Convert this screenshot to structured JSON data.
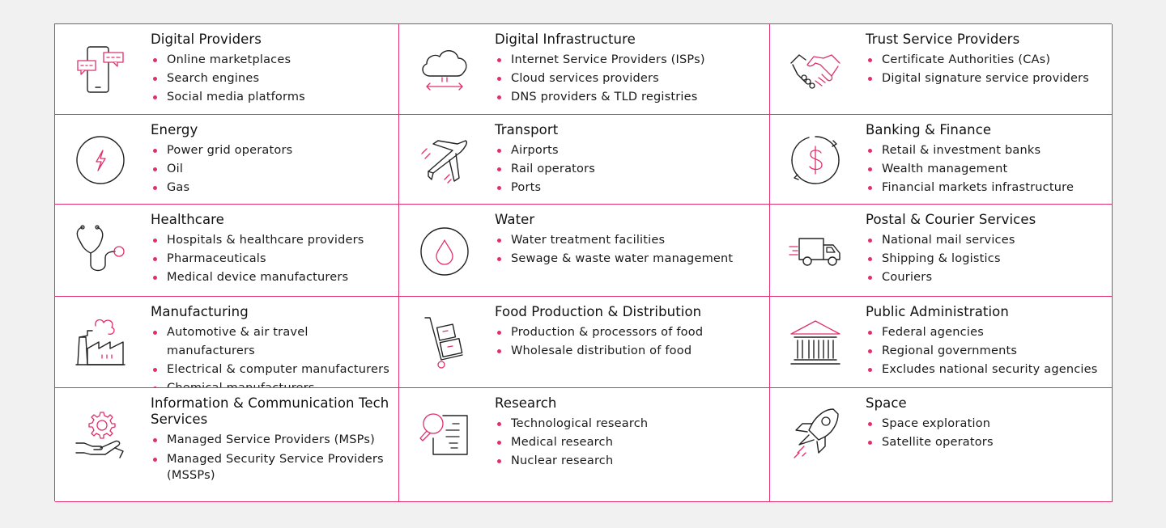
{
  "sectors": [
    {
      "title": "Digital Providers",
      "icon": "phone-chat-icon",
      "items": [
        "Online marketplaces",
        "Search engines",
        "Social media platforms"
      ]
    },
    {
      "title": "Digital Infrastructure",
      "icon": "cloud-icon",
      "items": [
        "Internet Service Providers (ISPs)",
        "Cloud services providers",
        "DNS providers & TLD registries"
      ]
    },
    {
      "title": "Trust Service Providers",
      "icon": "handshake-icon",
      "items": [
        "Certificate Authorities (CAs)",
        "Digital signature service providers"
      ]
    },
    {
      "title": "Energy",
      "icon": "lightning-icon",
      "items": [
        "Power grid operators",
        "Oil",
        "Gas"
      ]
    },
    {
      "title": "Transport",
      "icon": "airplane-icon",
      "items": [
        "Airports",
        "Rail operators",
        "Ports"
      ]
    },
    {
      "title": "Banking & Finance",
      "icon": "dollar-cycle-icon",
      "items": [
        "Retail & investment banks",
        "Wealth management",
        "Financial markets infrastructure"
      ]
    },
    {
      "title": "Healthcare",
      "icon": "stethoscope-icon",
      "items": [
        "Hospitals & healthcare providers",
        "Pharmaceuticals",
        "Medical device manufacturers"
      ]
    },
    {
      "title": "Water",
      "icon": "water-drop-icon",
      "items": [
        "Water treatment facilities",
        "Sewage & waste water management"
      ]
    },
    {
      "title": "Postal & Courier Services",
      "icon": "delivery-truck-icon",
      "items": [
        "National mail services",
        "Shipping & logistics",
        "Couriers"
      ]
    },
    {
      "title": "Manufacturing",
      "icon": "factory-icon",
      "items": [
        "Automotive & air travel manufacturers",
        "Electrical & computer manufacturers",
        "Chemical manufacturers"
      ]
    },
    {
      "title": "Food Production & Distribution",
      "icon": "hand-truck-icon",
      "items": [
        "Production & processors of food",
        "Wholesale distribution of food"
      ]
    },
    {
      "title": "Public Administration",
      "icon": "government-building-icon",
      "items": [
        "Federal agencies",
        "Regional governments",
        "Excludes national security agencies"
      ]
    },
    {
      "title": "Information & Communication Tech Services",
      "icon": "gear-hand-icon",
      "items": [
        "Managed Service Providers (MSPs)",
        "Managed Security Service Providers (MSSPs)"
      ]
    },
    {
      "title": "Research",
      "icon": "magnifier-document-icon",
      "items": [
        "Technological research",
        "Medical research",
        "Nuclear research"
      ]
    },
    {
      "title": "Space",
      "icon": "rocket-icon",
      "items": [
        "Space exploration",
        "Satellite operators"
      ]
    }
  ],
  "colors": {
    "accent": "#e0306a",
    "stroke": "#222222",
    "background": "#f1f1f1"
  }
}
